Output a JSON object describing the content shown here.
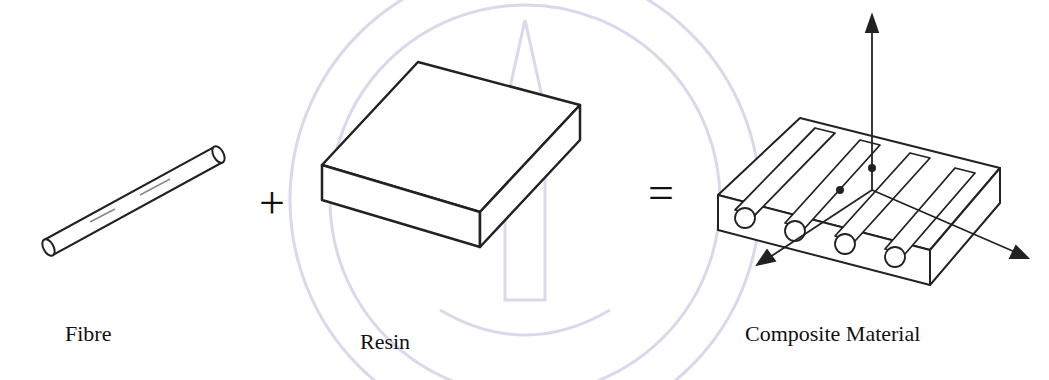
{
  "diagram": {
    "labels": [
      "Fibre",
      "+",
      "Resin",
      "=",
      "Composite Material"
    ]
  }
}
